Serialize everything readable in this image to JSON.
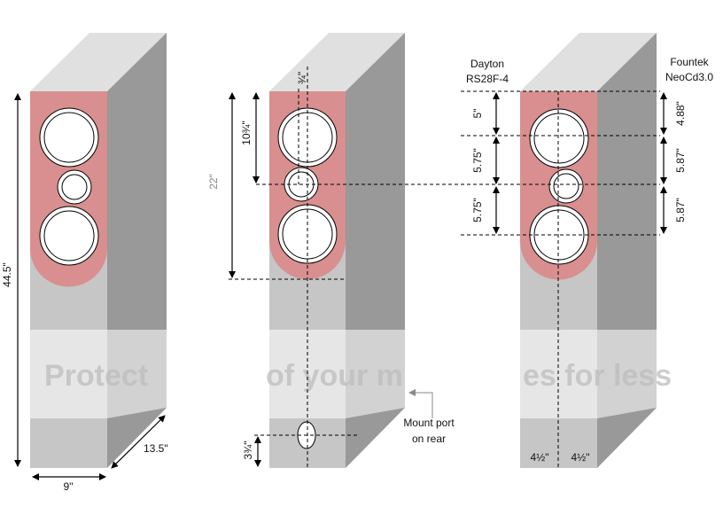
{
  "colors": {
    "baffle": "#d98f8f",
    "front": "#c6c6c6",
    "side": "#999999",
    "top": "#e0e0e0",
    "band_front": "#e6e6e6",
    "band_side": "#d2d2d2"
  },
  "cabinet1": {
    "height": "44.5\"",
    "width": "9\"",
    "depth": "13.5\""
  },
  "cabinet2": {
    "baffle_height": "22\"",
    "tweeter_height": "10¾\"",
    "offset": "¾\"",
    "port_height": "3¾\"",
    "port_note_line1": "Mount port",
    "port_note_line2": "on rear"
  },
  "cabinet3": {
    "left_driver_line1": "Dayton",
    "left_driver_line2": "RS28F-4",
    "right_driver_line1": "Fountek",
    "right_driver_line2": "NeoCd3.0",
    "left_dims": [
      "5\"",
      "5.75\"",
      "5.75\""
    ],
    "right_dims": [
      "4.88\"",
      "5.87\"",
      "5.87\""
    ],
    "half_width_left": "4½\"",
    "half_width_right": "4½\""
  },
  "watermark": {
    "left": "Protect",
    "middle": "of your m",
    "right": "es for less"
  }
}
